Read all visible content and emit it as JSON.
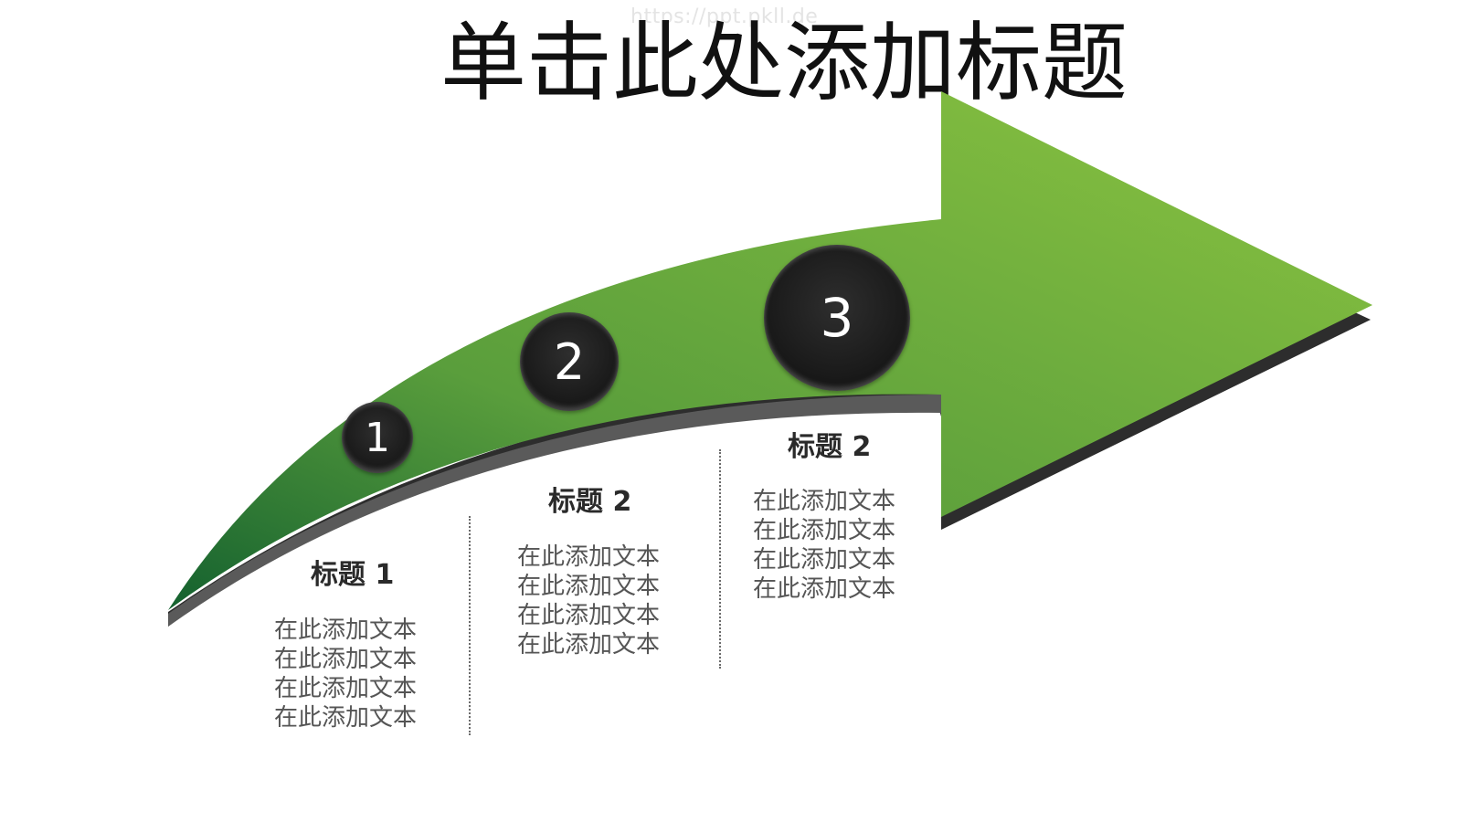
{
  "watermark": "https://ppt.pkll.de",
  "title": "单击此处添加标题",
  "colors": {
    "arrow_light": "#8bc34a",
    "arrow_dark": "#1f6b3a",
    "shadow": "#2b2b2b",
    "circle": "#1a1a1a"
  },
  "steps": [
    {
      "number": "1",
      "heading": "标题 1",
      "lines": [
        "在此添加文本",
        "在此添加文本",
        "在此添加文本",
        "在此添加文本"
      ]
    },
    {
      "number": "2",
      "heading": "标题 2",
      "lines": [
        "在此添加文本",
        "在此添加文本",
        "在此添加文本",
        "在此添加文本"
      ]
    },
    {
      "number": "3",
      "heading": "标题 2",
      "lines": [
        "在此添加文本",
        "在此添加文本",
        "在此添加文本",
        "在此添加文本"
      ]
    }
  ]
}
